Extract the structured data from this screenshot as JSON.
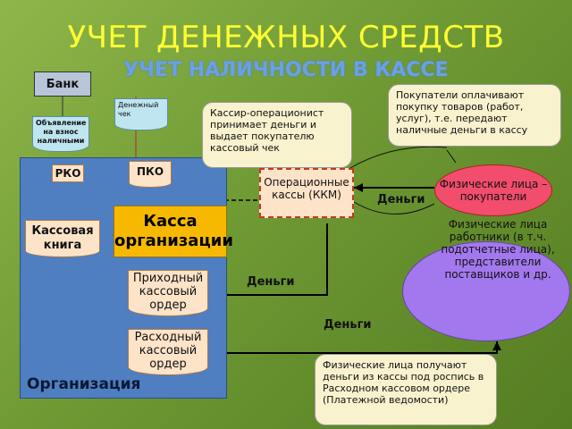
{
  "title": "УЧЕТ ДЕНЕЖНЫХ СРЕДСТВ",
  "subtitle": "УЧЕТ НАЛИЧНОСТИ В КАССЕ",
  "nodes": {
    "bank": "Банк",
    "deposit_slip": "Объявление на взнос наличными",
    "cheque": "Денежный чек",
    "rko": "РКО",
    "pko": "ПКО",
    "cash_book": "Кассовая книга",
    "kassa": "Касса организации",
    "incoming_order": "Приходный кассовый ордер",
    "outgoing_order": "Расходный кассовый ордер",
    "organization": "Организация",
    "kkm": "Операционные кассы (ККМ)",
    "individuals_buyers": "Физические лица – покупатели",
    "individuals_other": "Физические лица работники (в т.ч. подотчетные лица), представители поставщиков и др."
  },
  "callouts": {
    "cashier": "Кассир-операционист принимает деньги и выдает покупателю кассовый чек",
    "buyers": "Покупатели оплачивают покупку товаров (работ, услуг), т.е. передают наличные деньги в кассу",
    "receive": "Физические лица получают деньги из кассы под роспись в Расходном кассовом ордере (Платежной ведомости)"
  },
  "flows": {
    "money_1": "Деньги",
    "money_2": "Деньги",
    "money_3": "Деньги"
  },
  "colors": {
    "title": "#ffff33",
    "subtitle": "#6aa0e6",
    "organization": "#4f7ec1",
    "kassa": "#f7b900",
    "buyers": "#f24d6c",
    "others": "#a378ee"
  }
}
